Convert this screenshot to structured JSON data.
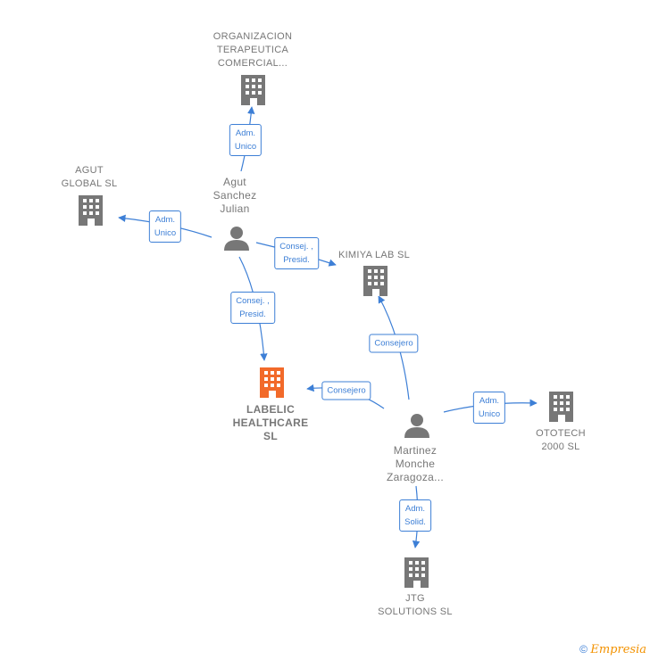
{
  "colors": {
    "edge": "#3d7fd6",
    "company": "#777777",
    "main_company": "#f26a2a",
    "person": "#777777"
  },
  "nodes": {
    "organizacion": {
      "label": "ORGANIZACION\nTERAPEUTICA\nCOMERCIAL...",
      "icon": "building-icon"
    },
    "agut_global": {
      "label": "AGUT\nGLOBAL  SL",
      "icon": "building-icon"
    },
    "agut_sanchez": {
      "label": "Agut\nSanchez\nJulian",
      "icon": "person-icon"
    },
    "kimiya": {
      "label": "KIMIYA LAB  SL",
      "icon": "building-icon"
    },
    "labelic": {
      "label": "LABELIC\nHEALTHCARE\nSL",
      "icon": "building-icon"
    },
    "martinez": {
      "label": "Martinez\nMonche\nZaragoza...",
      "icon": "person-icon"
    },
    "ototech": {
      "label": "OTOTECH\n2000  SL",
      "icon": "building-icon"
    },
    "jtg": {
      "label": "JTG\nSOLUTIONS  SL",
      "icon": "building-icon"
    }
  },
  "edges": {
    "agut_to_organizacion": "Adm.\nUnico",
    "agut_to_agut_global": "Adm.\nUnico",
    "agut_to_kimiya": "Consej. ,\nPresid.",
    "agut_to_labelic": "Consej. ,\nPresid.",
    "martinez_to_kimiya": "Consejero",
    "martinez_to_labelic": "Consejero",
    "martinez_to_ototech": "Adm.\nUnico",
    "martinez_to_jtg": "Adm.\nSolid."
  },
  "footer": {
    "copyright": "©",
    "brand": "Empresia"
  }
}
